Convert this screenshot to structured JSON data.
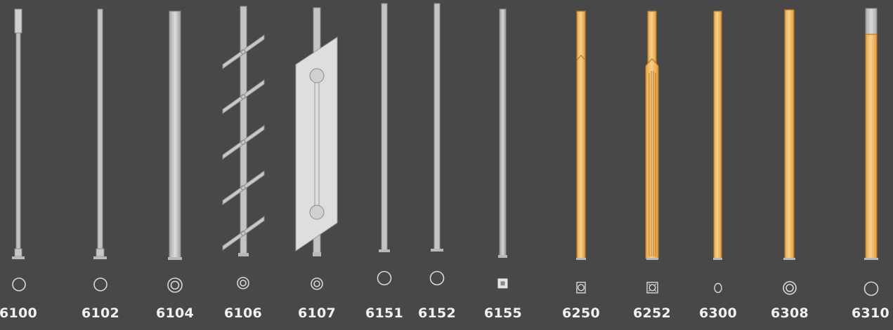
{
  "colors": {
    "background": "#484848",
    "steel": "#c4c4c4",
    "steel_dark": "#9a9a9a",
    "wood": "#f3be76",
    "wood_outline": "#b87a1a",
    "label": "#f2f2f2"
  },
  "products": [
    {
      "code": "6100",
      "name": "rod-6100",
      "profile": "round-open-circle",
      "finish": "steel"
    },
    {
      "code": "6102",
      "name": "rod-6102",
      "profile": "round-open-circle",
      "finish": "steel"
    },
    {
      "code": "6104",
      "name": "tube-6104",
      "profile": "double-ring",
      "finish": "steel"
    },
    {
      "code": "6106",
      "name": "spiral-rod-6106",
      "profile": "double-ring",
      "finish": "steel"
    },
    {
      "code": "6107",
      "name": "glass-panel-rod-6107",
      "profile": "double-ring",
      "finish": "steel"
    },
    {
      "code": "6151",
      "name": "rod-6151",
      "profile": "round-open-circle",
      "finish": "steel"
    },
    {
      "code": "6152",
      "name": "rod-6152",
      "profile": "round-open-circle",
      "finish": "steel"
    },
    {
      "code": "6155",
      "name": "square-rod-6155",
      "profile": "square-filled",
      "finish": "steel"
    },
    {
      "code": "6250",
      "name": "wood-post-6250",
      "profile": "square-ring",
      "finish": "wood"
    },
    {
      "code": "6252",
      "name": "fluted-wood-post-6252",
      "profile": "square-fluted",
      "finish": "wood"
    },
    {
      "code": "6300",
      "name": "wood-post-6300",
      "profile": "small-oval",
      "finish": "wood"
    },
    {
      "code": "6308",
      "name": "wood-post-6308",
      "profile": "double-ring",
      "finish": "wood"
    },
    {
      "code": "6310",
      "name": "wood-post-6310",
      "profile": "round-open-circle",
      "finish": "wood"
    }
  ]
}
